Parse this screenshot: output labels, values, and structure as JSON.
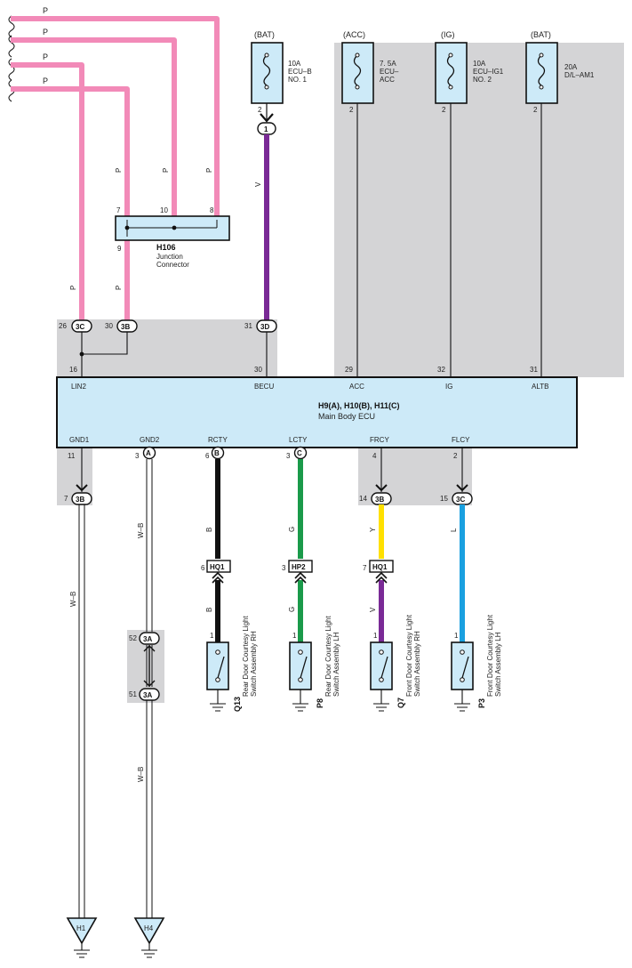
{
  "fuses": [
    {
      "supply": "(BAT)",
      "rating": "10A",
      "name1": "ECU–B",
      "name2": "NO. 1",
      "pin": "2"
    },
    {
      "supply": "(ACC)",
      "rating": "7. 5A",
      "name1": "ECU–",
      "name2": "ACC",
      "pin": "2"
    },
    {
      "supply": "(IG)",
      "rating": "10A",
      "name1": "ECU–IG1",
      "name2": "NO. 2",
      "pin": "2"
    },
    {
      "supply": "(BAT)",
      "rating": "20A",
      "name1": "D/L–AM1",
      "name2": "",
      "pin": "2"
    }
  ],
  "wires": {
    "pink": "P",
    "violet": "V",
    "black": "B",
    "green": "G",
    "yellow": "Y",
    "blue": "L",
    "white_black": "W–B"
  },
  "colors": {
    "pink": "#f28ab8",
    "violet": "#7a2a96",
    "black": "#111111",
    "green": "#1a9a4a",
    "yellow": "#ffe000",
    "blue": "#1aa0e0",
    "ecu_fill": "#cdeaf8",
    "grey_zone": "#d4d4d6"
  },
  "junction": {
    "id": "H106",
    "name1": "Junction",
    "name2": "Connector",
    "pins": [
      "7",
      "10",
      "8",
      "9"
    ]
  },
  "ecu": {
    "title": "H9(A), H10(B), H11(C)",
    "subtitle": "Main Body ECU",
    "top_terminals": [
      "LIN2",
      "BECU",
      "ACC",
      "IG",
      "ALTB"
    ],
    "top_pins": [
      "16",
      "30",
      "29",
      "32",
      "31"
    ],
    "bottom_terminals": [
      "GND1",
      "GND2",
      "RCTY",
      "LCTY",
      "FRCY",
      "FLCY"
    ],
    "bottom_pins": [
      "11",
      "3",
      "6",
      "3",
      "4",
      "2"
    ]
  },
  "connectors": {
    "c26": {
      "pin": "26",
      "code": "3C"
    },
    "c30": {
      "pin": "30",
      "code": "3B"
    },
    "c31": {
      "pin": "31",
      "code": "3D"
    },
    "fuse_out": {
      "code": "1"
    },
    "gnd1_out": {
      "pin": "7",
      "code": "3B"
    },
    "gnd2_top": {
      "code": "A"
    },
    "rcty_top": {
      "code": "B"
    },
    "lcty_top": {
      "code": "C"
    },
    "frcy_mid": {
      "pin": "14",
      "code": "3B"
    },
    "flcy_mid": {
      "pin": "15",
      "code": "3C"
    },
    "gnd2_mid1": {
      "pin": "52",
      "code": "3A"
    },
    "gnd2_mid2": {
      "pin": "51",
      "code": "3A"
    }
  },
  "inline_connectors": [
    {
      "pin": "6",
      "code": "HQ1"
    },
    {
      "pin": "3",
      "code": "HP2"
    },
    {
      "pin": "7",
      "code": "HQ1"
    }
  ],
  "switches": [
    {
      "id": "Q13",
      "line1": "Rear Door Courtesy Light",
      "line2": "Switch Assembly RH",
      "pin": "1"
    },
    {
      "id": "P8",
      "line1": "Rear Door Courtesy Light",
      "line2": "Switch Assembly LH",
      "pin": "1"
    },
    {
      "id": "Q7",
      "line1": "Front Door Courtesy Light",
      "line2": "Switch Assembly RH",
      "pin": "1"
    },
    {
      "id": "P3",
      "line1": "Front Door Courtesy Light",
      "line2": "Switch Assembly LH",
      "pin": "1"
    }
  ],
  "grounds": [
    "H1",
    "H4"
  ]
}
